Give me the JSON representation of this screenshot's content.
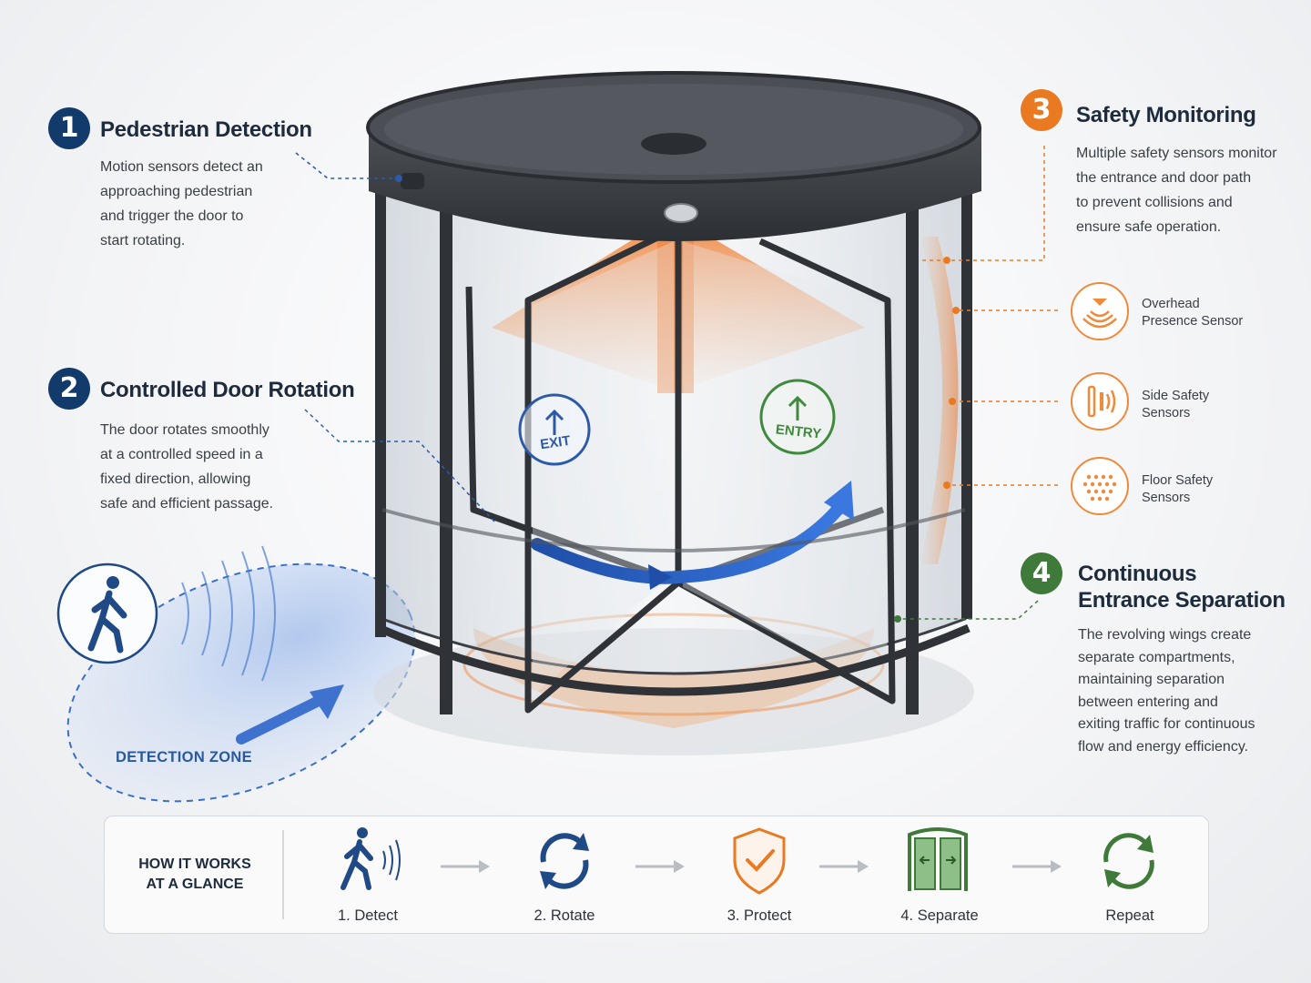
{
  "features": [
    {
      "number": "1",
      "title": "Pedestrian Detection",
      "lines": [
        "Motion sensors detect an",
        "approaching pedestrian",
        "and trigger the door to",
        "start rotating."
      ]
    },
    {
      "number": "2",
      "title": "Controlled Door Rotation",
      "lines": [
        "The door rotates smoothly",
        "at a controlled speed in a",
        "fixed direction, allowing",
        "safe and efficient passage."
      ]
    },
    {
      "number": "3",
      "title": "Safety Monitoring",
      "lines": [
        "Multiple safety sensors monitor",
        "the entrance and door path",
        "to prevent collisions and",
        "ensure safe operation."
      ]
    },
    {
      "number": "4",
      "title_lines": [
        "Continuous",
        "Entrance Separation"
      ],
      "lines": [
        "The revolving wings create",
        "separate compartments,",
        "maintaining separation",
        "between entering and",
        "exiting traffic for continuous",
        "flow and energy efficiency."
      ]
    }
  ],
  "sensors": [
    {
      "icon": "overhead-presence-sensor-icon",
      "lines": [
        "Overhead",
        "Presence Sensor"
      ]
    },
    {
      "icon": "side-safety-sensor-icon",
      "lines": [
        "Side Safety",
        "Sensors"
      ]
    },
    {
      "icon": "floor-safety-sensor-icon",
      "lines": [
        "Floor Safety",
        "Sensors"
      ]
    }
  ],
  "door_signs": {
    "exit": "EXIT",
    "entry": "ENTRY"
  },
  "detection_zone_label": "DETECTION ZONE",
  "how_it_works": {
    "title_lines": [
      "HOW IT WORKS",
      "AT A GLANCE"
    ],
    "steps": [
      {
        "label": "1. Detect",
        "icon": "pedestrian-signal-icon"
      },
      {
        "label": "2. Rotate",
        "icon": "rotate-arrows-icon"
      },
      {
        "label": "3. Protect",
        "icon": "shield-check-icon"
      },
      {
        "label": "4. Separate",
        "icon": "separate-doors-icon"
      },
      {
        "label": "Repeat",
        "icon": "repeat-icon"
      }
    ]
  },
  "colors": {
    "navy": "#123a6b",
    "orange": "#ea7a22",
    "green": "#3f7a3a",
    "blue": "#2d62c0"
  }
}
